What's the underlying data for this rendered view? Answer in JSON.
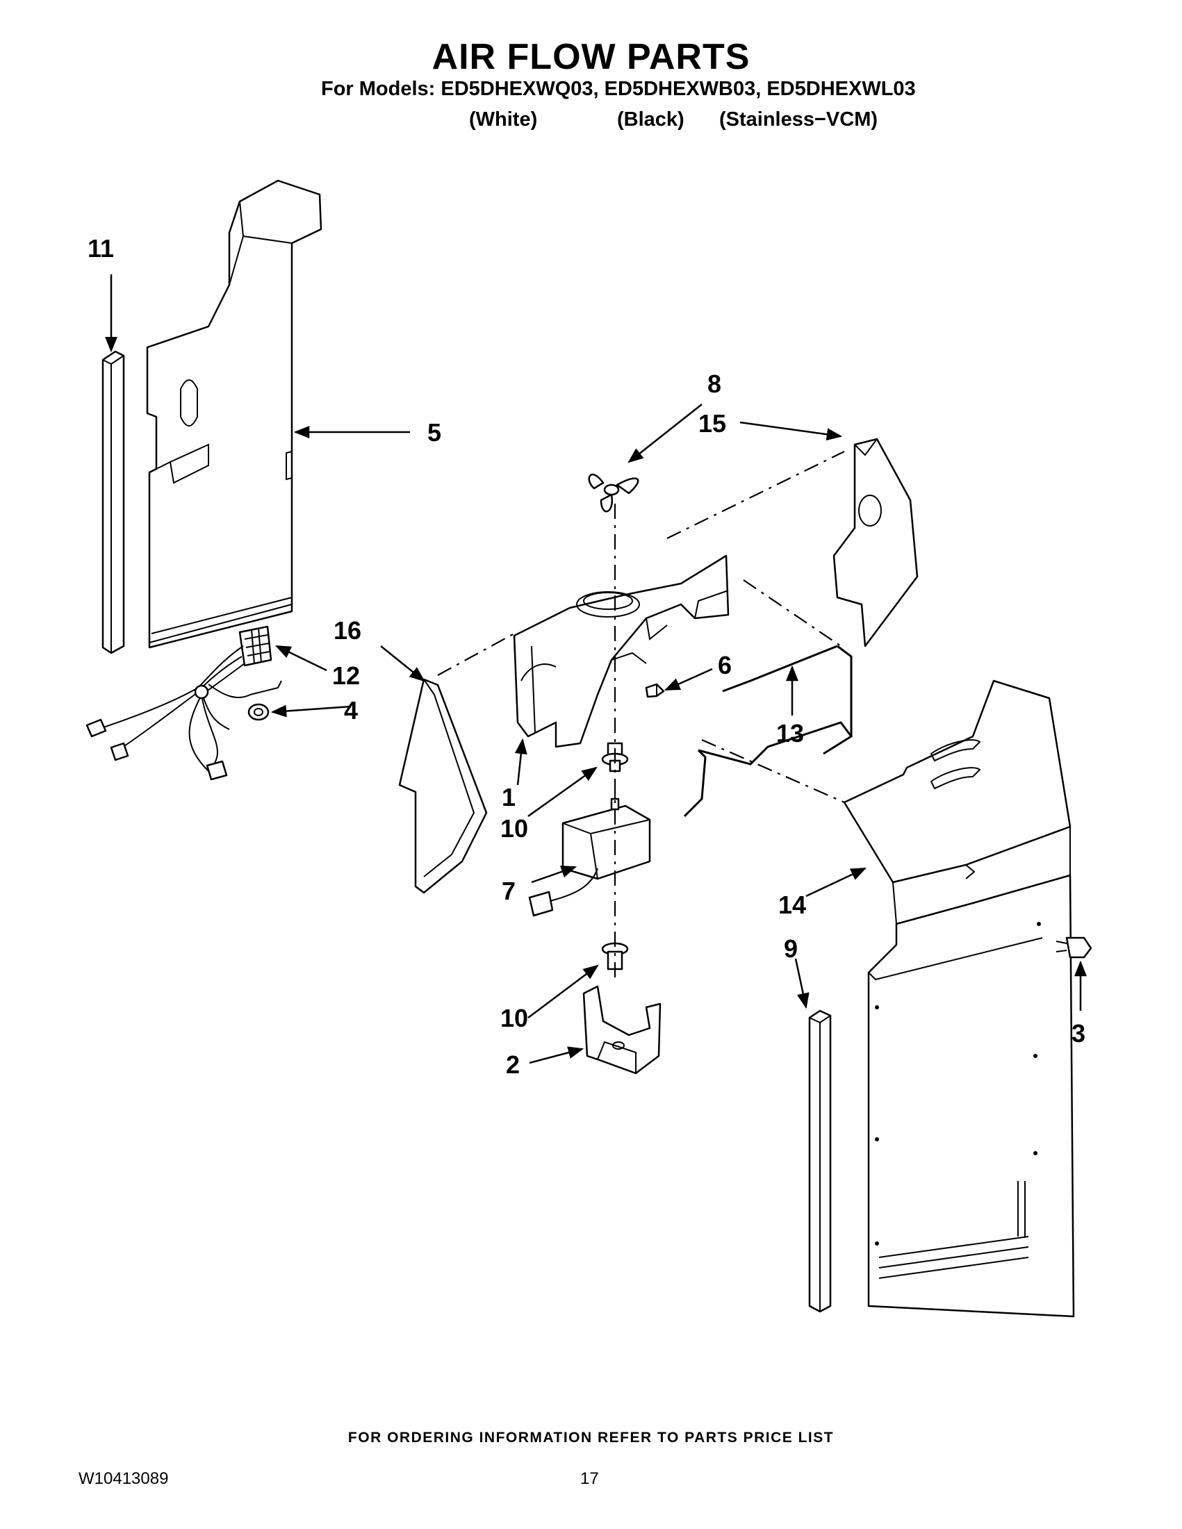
{
  "header": {
    "title": "AIR FLOW PARTS",
    "models_line": "For Models: ED5DHEXWQ03, ED5DHEXWB03, ED5DHEXWL03",
    "variants": [
      "(White)",
      "(Black)",
      "(Stainless−VCM)"
    ]
  },
  "callouts": {
    "p1": "1",
    "p2": "2",
    "p3": "3",
    "p4": "4",
    "p5": "5",
    "p6": "6",
    "p7": "7",
    "p8": "8",
    "p9": "9",
    "p10a": "10",
    "p10b": "10",
    "p11": "11",
    "p12": "12",
    "p13": "13",
    "p14": "14",
    "p15": "15",
    "p16": "16"
  },
  "footer": {
    "ordering_note": "FOR ORDERING INFORMATION REFER TO PARTS PRICE LIST",
    "document_number": "W10413089",
    "page_number": "17"
  }
}
